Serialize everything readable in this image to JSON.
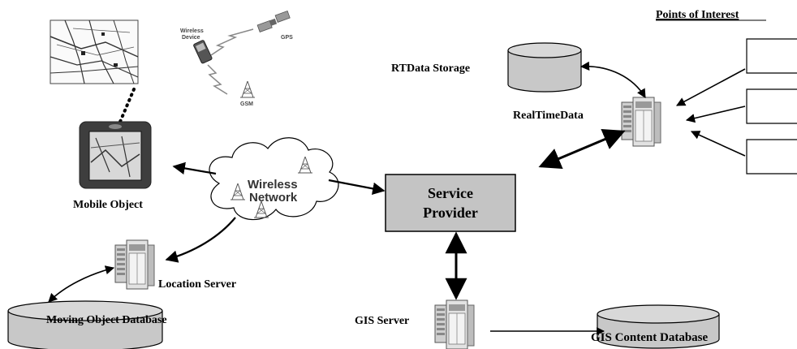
{
  "labels": {
    "points_of_interest": "Points of Interest",
    "rtdata_storage": "RTData Storage",
    "realtimedata": "RealTimeData",
    "mobile_object": "Mobile Object",
    "service_provider_line1": "Service",
    "service_provider_line2": "Provider",
    "location_server": "Location Server",
    "moving_object_database": "Moving Object Database",
    "gis_server": "GIS Server",
    "gis_content_database": "GIS Content Database",
    "wireless_line1": "Wireless",
    "wireless_line2": "Network",
    "wireless_device_line1": "Wireless",
    "wireless_device_line2": "Device",
    "gps": "GPS",
    "gsm": "GSM"
  },
  "colors": {
    "box_fill": "#c4c4c4",
    "db_fill": "#c8c8c8",
    "line": "#000000"
  }
}
